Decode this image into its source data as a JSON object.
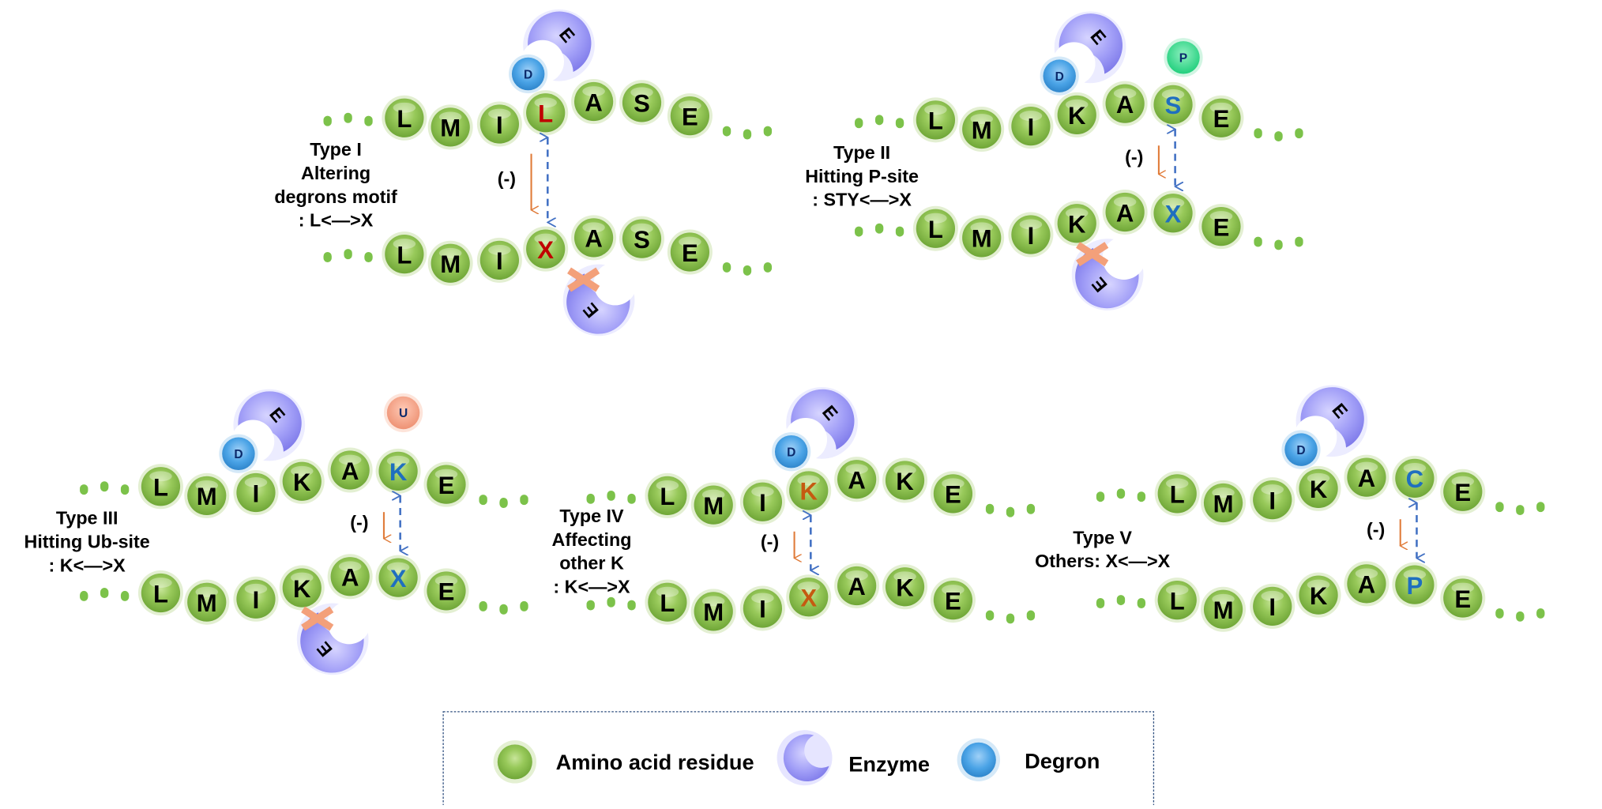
{
  "figure": {
    "legend": {
      "items": [
        {
          "label": "Amino acid residue",
          "icon": "amino-acid-circle"
        },
        {
          "label": "Enzyme",
          "icon": "enzyme-crescent"
        },
        {
          "label": "Degron",
          "icon": "degron-circle"
        }
      ]
    },
    "symbols": {
      "enzyme": "E",
      "degron": "D",
      "phospho": "P",
      "ubiquitin": "U",
      "inhibit": "(-)",
      "ellipsis": "..."
    },
    "colors": {
      "residue": "#8cbf4e",
      "enzyme": "#9f9cf5",
      "degron": "#4aa3e6",
      "phospho": "#2fd98a",
      "ubiquitin": "#f2a186",
      "cross": "#f3a07a",
      "inhibit_arrow": "#e07b39",
      "exchange_arrow": "#4472c4",
      "red_letter": "#c00000",
      "blue_letter": "#1f6fbf",
      "orange_letter": "#c55a11"
    },
    "panels": [
      {
        "id": "type-1",
        "title": "Type I",
        "desc_lines": [
          "Altering",
          "degrons motif",
          ": L<—>X"
        ],
        "top_seq": [
          "L",
          "M",
          "I",
          "L",
          "A",
          "S",
          "E"
        ],
        "bottom_seq": [
          "L",
          "M",
          "I",
          "X",
          "A",
          "S",
          "E"
        ],
        "site_index": 3,
        "site_color": "red",
        "modifier": null,
        "enzyme_blocked": true
      },
      {
        "id": "type-2",
        "title": "Type II",
        "desc_lines": [
          "Hitting P-site",
          ": STY<—>X"
        ],
        "top_seq": [
          "L",
          "M",
          "I",
          "K",
          "A",
          "S",
          "E"
        ],
        "bottom_seq": [
          "L",
          "M",
          "I",
          "K",
          "A",
          "X",
          "E"
        ],
        "site_index": 5,
        "site_color": "blue",
        "modifier": "P",
        "enzyme_blocked": true
      },
      {
        "id": "type-3",
        "title": "Type III",
        "desc_lines": [
          "Hitting Ub-site",
          ": K<—>X"
        ],
        "top_seq": [
          "L",
          "M",
          "I",
          "K",
          "A",
          "K",
          "E"
        ],
        "bottom_seq": [
          "L",
          "M",
          "I",
          "K",
          "A",
          "X",
          "E"
        ],
        "site_index": 5,
        "site_color": "blue",
        "modifier": "U",
        "enzyme_blocked": true
      },
      {
        "id": "type-4",
        "title": "Type IV",
        "desc_lines": [
          "Affecting",
          "other K",
          ": K<—>X"
        ],
        "top_seq": [
          "L",
          "M",
          "I",
          "K",
          "A",
          "K",
          "E"
        ],
        "bottom_seq": [
          "L",
          "M",
          "I",
          "X",
          "A",
          "K",
          "E"
        ],
        "site_index": 3,
        "site_color": "orange",
        "modifier": null,
        "enzyme_blocked": false
      },
      {
        "id": "type-5",
        "title": "Type V",
        "desc_lines": [
          "Others: X<—>X"
        ],
        "top_seq": [
          "L",
          "M",
          "I",
          "K",
          "A",
          "C",
          "E"
        ],
        "bottom_seq": [
          "L",
          "M",
          "I",
          "K",
          "A",
          "P",
          "E"
        ],
        "site_index": 5,
        "site_color": "blue",
        "modifier": null,
        "enzyme_blocked": false
      }
    ]
  }
}
